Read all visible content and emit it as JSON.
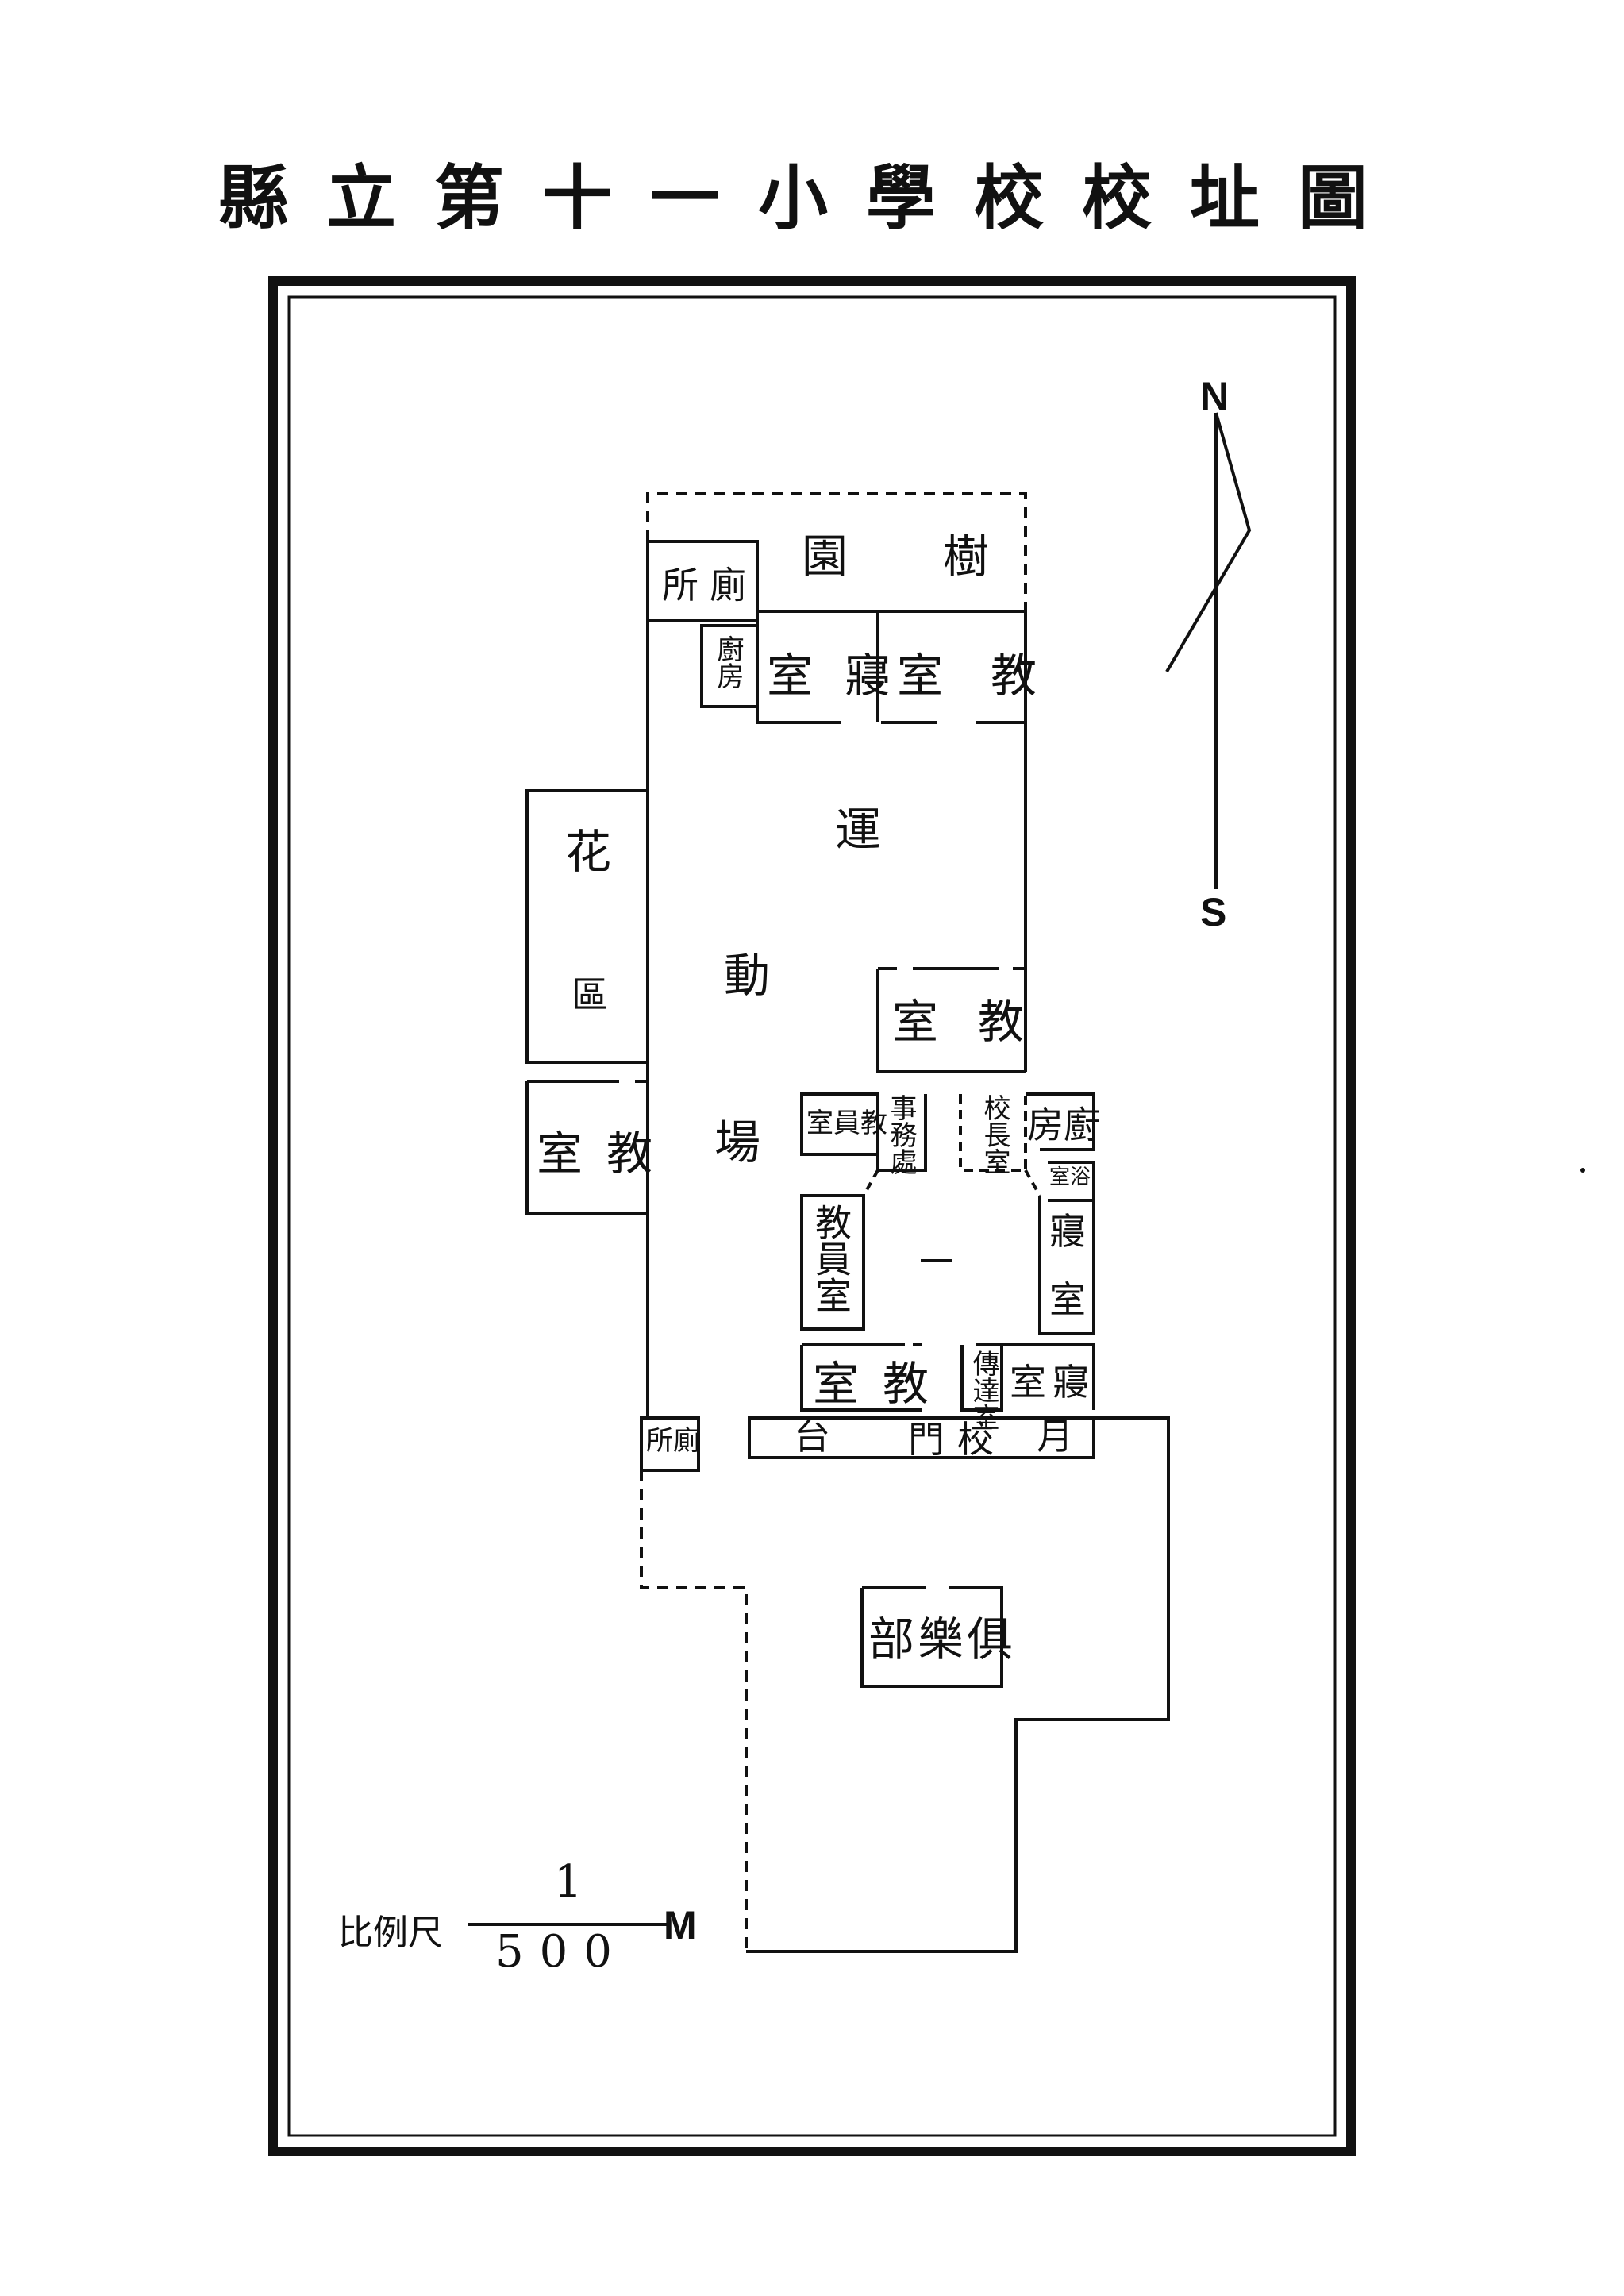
{
  "title": "縣立第十一小學校校址圖",
  "compass": {
    "north": "N",
    "south": "S"
  },
  "rooms": {
    "garden": "樹園",
    "toilet_top": "廁所",
    "kitchen_top": "廚房",
    "dorm_top": "寢室",
    "classroom_top": "教室",
    "playground_1": "運",
    "playground_2": "動",
    "playground_3": "場",
    "flower_1": "花",
    "flower_2": "區",
    "classroom_west": "教室",
    "classroom_mid": "教室",
    "teacher_small": "教員室",
    "office": "事務處",
    "principal": "校長室",
    "kitchen_east": "廚房",
    "bath_east": "浴室",
    "teacher_room": "教員室",
    "dorm_east_1": "寢",
    "dorm_east_2": "室",
    "classroom_south": "教室",
    "reception": "傳達室",
    "dorm_south": "寢室",
    "toilet_south": "廁所",
    "stage": "台",
    "gate_1": "門",
    "gate_2": "校",
    "gate_3": "月",
    "club": "俱樂部"
  },
  "scale": {
    "label": "比例尺",
    "numerator": "1",
    "denominator": "500",
    "unit": "M"
  }
}
